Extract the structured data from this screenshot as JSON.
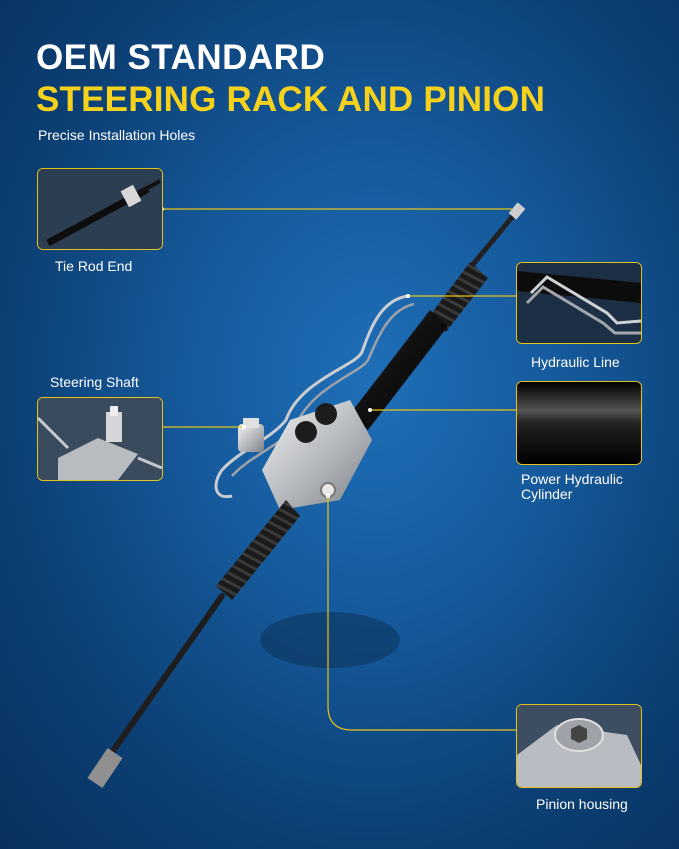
{
  "header": {
    "title_line1": "OEM STANDARD",
    "title_line2": "STEERING RACK AND PINION",
    "subtitle": "Precise Installation Holes"
  },
  "callouts": {
    "tie_rod_end": "Tie Rod End",
    "hydraulic_line": "Hydraulic Line",
    "steering_shaft": "Steering Shaft",
    "power_hydraulic_cylinder_line1": "Power Hydraulic",
    "power_hydraulic_cylinder_line2": "Cylinder",
    "pinion_housing": "Pinion housing"
  },
  "colors": {
    "accent_yellow": "#f7d21c",
    "background_blue": "#155a9c"
  }
}
